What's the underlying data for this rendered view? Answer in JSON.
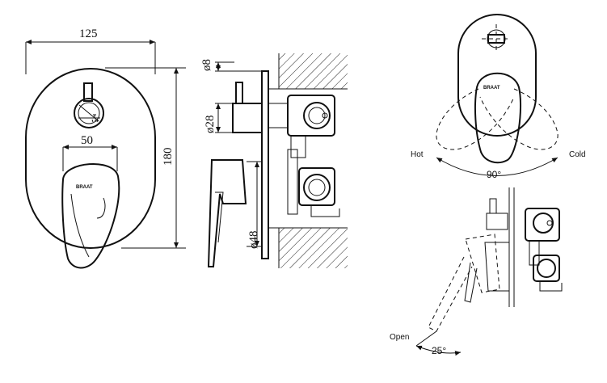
{
  "front_view": {
    "width_dim": "125",
    "height_dim": "180",
    "lever_dim": "50",
    "brand_text": "BRAAT"
  },
  "side_view": {
    "spindle_dim": "ø8",
    "handle_dim": "ø28",
    "lever_base_dim": "ø48"
  },
  "rotation_view": {
    "hot_label": "Hot",
    "cold_label": "Cold",
    "angle_label": "90°",
    "brand_text": "BRAAT"
  },
  "open_view": {
    "open_label": "Open",
    "angle_label": "25°"
  }
}
